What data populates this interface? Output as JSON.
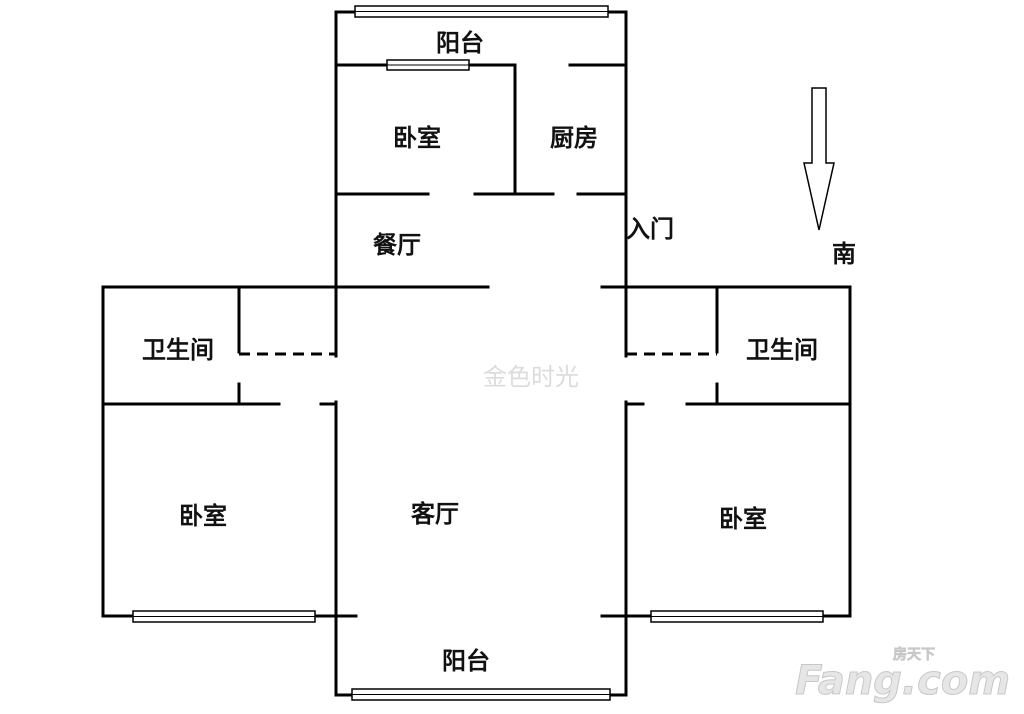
{
  "rooms": {
    "balcony_top": "阳台",
    "bedroom_north": "卧室",
    "kitchen": "厨房",
    "dining": "餐厅",
    "entrance": "入门",
    "bathroom_left": "卫生间",
    "bathroom_right": "卫生间",
    "bedroom_left": "卧室",
    "living_room": "客厅",
    "bedroom_right": "卧室",
    "balcony_bottom": "阳台"
  },
  "compass": {
    "label": "南"
  },
  "watermark": {
    "text": "金色时光"
  },
  "logo": {
    "brand": "Fang.com",
    "sub": "房天下"
  },
  "colors": {
    "wall": "#000000",
    "background": "#ffffff",
    "watermark": "#dcdcdc"
  }
}
